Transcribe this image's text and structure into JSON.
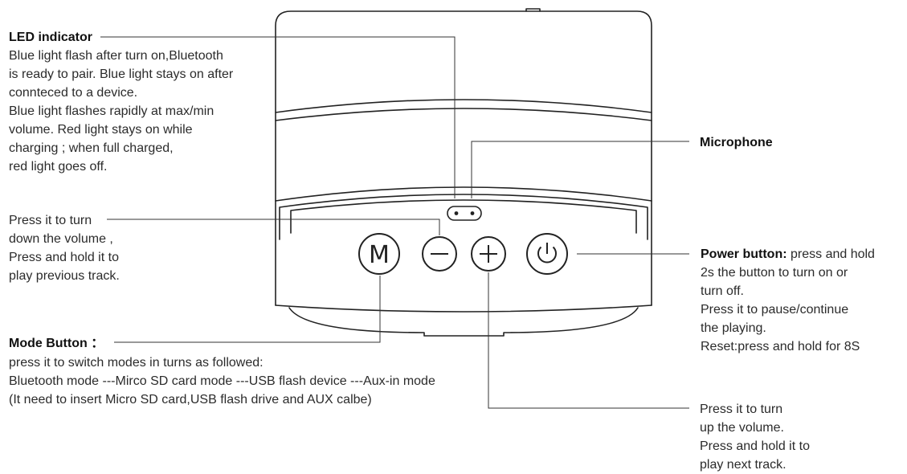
{
  "callouts": {
    "led": {
      "title": "LED indicator",
      "lines": [
        "Blue light flash after turn on,Bluetooth",
        "is ready to pair. Blue light stays on after",
        "connteced to a device.",
        "Blue light flashes rapidly at max/min",
        "volume. Red light stays on while",
        "charging ; when full charged,",
        "red light goes off."
      ]
    },
    "volume_down": {
      "lines": [
        "Press it to turn",
        "down the volume ,",
        "Press and hold it to",
        "play previous track."
      ]
    },
    "mode": {
      "title": "Mode Button ：",
      "lines": [
        "press it to switch modes in turns as followed:",
        "Bluetooth mode ---Mirco SD card mode ---USB flash device ---Aux-in mode",
        "(It need to insert Micro SD card,USB flash drive and AUX calbe)"
      ]
    },
    "microphone": {
      "title": "Microphone"
    },
    "power": {
      "title": "Power button:",
      "title_rest": " press and hold",
      "lines": [
        "2s the button to turn on or",
        "turn off.",
        "Press it to pause/continue",
        "the playing.",
        "Reset:press and hold for 8S"
      ]
    },
    "volume_up": {
      "lines": [
        "Press it to turn",
        "up the volume.",
        "Press and hold it to",
        "play next track."
      ]
    }
  },
  "buttons": {
    "mode_glyph": "M"
  },
  "colors": {
    "outline": "#222222",
    "leader": "#333333",
    "text": "#2b2b2b"
  }
}
